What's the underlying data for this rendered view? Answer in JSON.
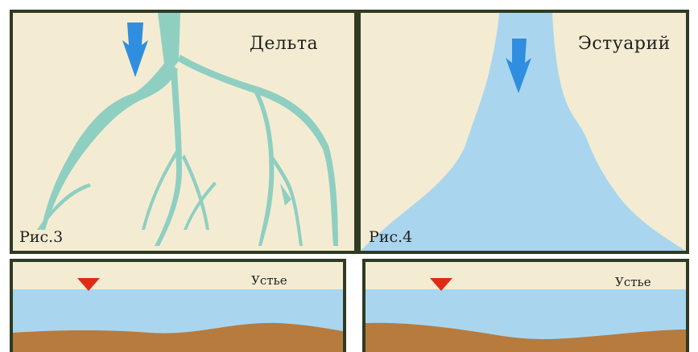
{
  "delta": {
    "title": "Дельта",
    "figure": "Рис.3"
  },
  "estuary": {
    "title": "Эстуарий",
    "figure": "Рис.4"
  },
  "profile_left": {
    "label": "Устье"
  },
  "profile_right": {
    "label": "Устье"
  },
  "colors": {
    "border": "#2f3b22",
    "paper": "#f4ecd2",
    "delta_channel": "#8fcfc2",
    "estuary_water": "#a9d6ee",
    "flow_arrow": "#2f8ee0",
    "profile_water": "#a9d6ee",
    "profile_sediment": "#b77b3e",
    "level_marker": "#e02a18"
  },
  "icons": {
    "flow": "down-arrow-icon",
    "level": "water-level-triangle-icon"
  }
}
